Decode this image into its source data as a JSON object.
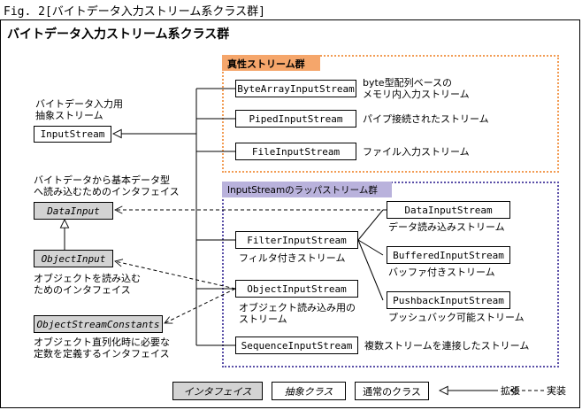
{
  "caption": "Fig. 2[バイトデータ入力ストリーム系クラス群]",
  "title": "バイトデータ入力ストリーム系クラス群",
  "groups": {
    "concrete": {
      "label": "真性ストリーム群",
      "color": "#f29c54",
      "label_bg": "#f5a66b"
    },
    "wrapper": {
      "label": "InputStreamのラッパストリーム群",
      "color": "#5b50a8",
      "label_bg": "#b9b2dc"
    }
  },
  "classes": {
    "input_stream": "InputStream",
    "data_input": "DataInput",
    "object_input": "ObjectInput",
    "object_stream_constants": "ObjectStreamConstants",
    "byte_array_input_stream": "ByteArrayInputStream",
    "piped_input_stream": "PipedInputStream",
    "file_input_stream": "FileInputStream",
    "filter_input_stream": "FilterInputStream",
    "object_input_stream": "ObjectInputStream",
    "sequence_input_stream": "SequenceInputStream",
    "data_input_stream": "DataInputStream",
    "buffered_input_stream": "BufferedInputStream",
    "pushback_input_stream": "PushbackInputStream"
  },
  "descriptions": {
    "input_stream": [
      "バイトデータ入力用",
      "抽象ストリーム"
    ],
    "data_input": [
      "バイトデータから基本データ型",
      "へ読み込むためのインタフェイス"
    ],
    "object_input": [
      "オブジェクトを読み込む",
      "ためのインタフェイス"
    ],
    "object_stream_constants": [
      "オブジェクト直列化時に必要な",
      "定数を定義するインタフェイス"
    ],
    "byte_array_input_stream": [
      "byte型配列ベースの",
      "メモリ内入力ストリーム"
    ],
    "piped_input_stream": "パイプ接続されたストリーム",
    "file_input_stream": "ファイル入力ストリーム",
    "filter_input_stream": "フィルタ付きストリーム",
    "object_input_stream": [
      "オブジェクト読み込み用の",
      "ストリーム"
    ],
    "sequence_input_stream": "複数ストリームを連接したストリーム",
    "data_input_stream": "データ読み込みストリーム",
    "buffered_input_stream": "バッファ付きストリーム",
    "pushback_input_stream": "プッシュバック可能ストリーム"
  },
  "legend": {
    "interface": "インタフェイス",
    "abstract": "抽象クラス",
    "normal": "通常のクラス",
    "extends": "拡張",
    "implements": "実装"
  }
}
